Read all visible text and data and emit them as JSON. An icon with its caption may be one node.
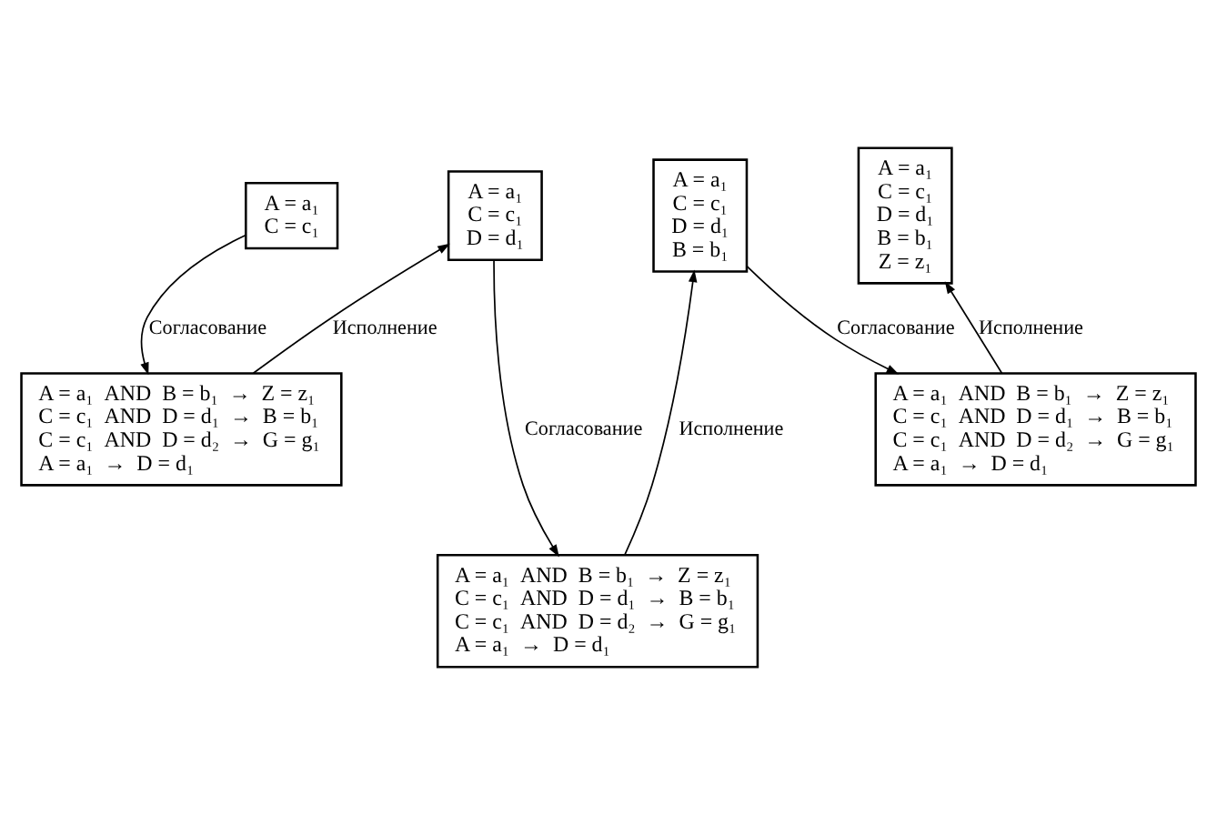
{
  "diagram": {
    "nodes": [
      {
        "text": [
          "A = a₁",
          "C = c₁"
        ]
      },
      {
        "text": [
          "A = a₁",
          "C = c₁",
          "D = d₁"
        ]
      },
      {
        "text": [
          "A = a₁",
          "C = c₁",
          "D = d₁",
          "B = b₁"
        ]
      },
      {
        "text": [
          "A = a₁",
          "C = c₁",
          "D = d₁",
          "B = b₁",
          "Z = z₁"
        ]
      },
      {
        "text": [
          "A = a₁  AND  B = b₁  →  Z = z₁",
          "C = c₁  AND  D = d₁  →  B = b₁",
          "C = c₁  AND  D = d₂  →  G = g₁",
          "A = a₁  →  D = d₁"
        ]
      },
      {
        "text": [
          "A = a₁  AND  B = b₁  →  Z = z₁",
          "C = c₁  AND  D = d₁  →  B = b₁",
          "C = c₁  AND  D = d₂  →  G = g₁",
          "A = a₁  →  D = d₁"
        ]
      },
      {
        "text": [
          "A = a₁  AND  B = b₁  →  Z = z₁",
          "C = c₁  AND  D = d₁  →  B = b₁",
          "C = c₁  AND  D = d₂  →  G = g₁",
          "A = a₁  →  D = d₁"
        ]
      }
    ],
    "edges": [
      {
        "from": 0,
        "to": 4,
        "arrow": "to",
        "label": "Согласование"
      },
      {
        "from": 4,
        "to": 1,
        "arrow": "to",
        "label": "Исполнение"
      },
      {
        "from": 1,
        "to": 5,
        "arrow": "to",
        "label": "Согласование"
      },
      {
        "from": 5,
        "to": 2,
        "arrow": "to",
        "label": "Исполнение"
      },
      {
        "from": 2,
        "to": 6,
        "arrow": "to",
        "label": "Согласование"
      },
      {
        "from": 6,
        "to": 3,
        "arrow": "to",
        "label": "Исполнение"
      }
    ]
  }
}
